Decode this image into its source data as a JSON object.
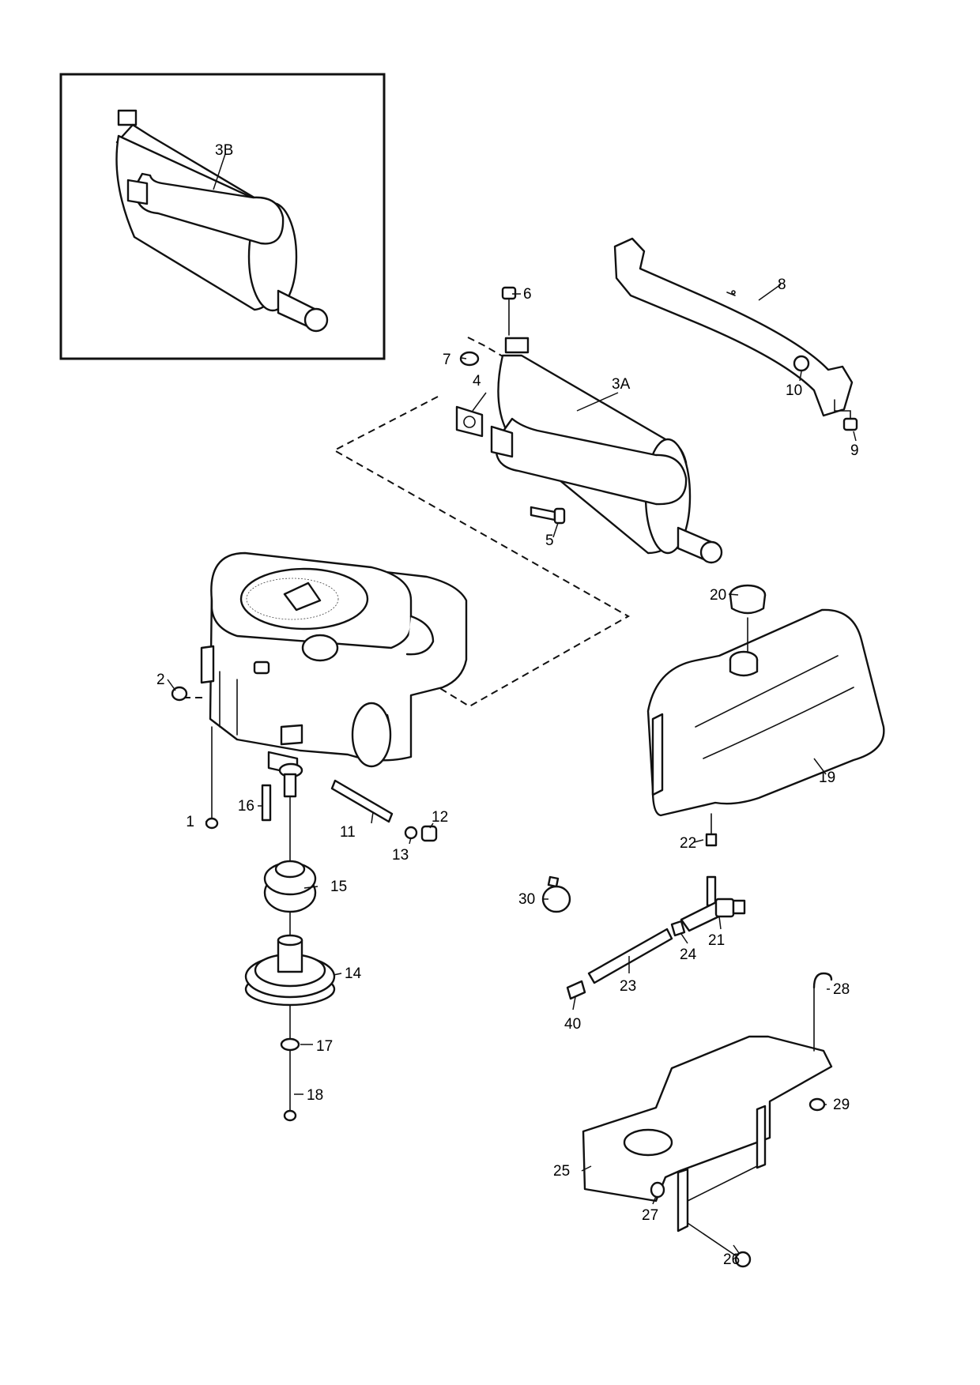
{
  "callouts": [
    {
      "id": "p1",
      "label": "1"
    },
    {
      "id": "p2",
      "label": "2"
    },
    {
      "id": "p3A",
      "label": "3A"
    },
    {
      "id": "p3B",
      "label": "3B"
    },
    {
      "id": "p4",
      "label": "4"
    },
    {
      "id": "p5",
      "label": "5"
    },
    {
      "id": "p6",
      "label": "6"
    },
    {
      "id": "p7",
      "label": "7"
    },
    {
      "id": "p8",
      "label": "8"
    },
    {
      "id": "p9",
      "label": "9"
    },
    {
      "id": "p10",
      "label": "10"
    },
    {
      "id": "p11",
      "label": "11"
    },
    {
      "id": "p12",
      "label": "12"
    },
    {
      "id": "p13",
      "label": "13"
    },
    {
      "id": "p14",
      "label": "14"
    },
    {
      "id": "p15",
      "label": "15"
    },
    {
      "id": "p16",
      "label": "16"
    },
    {
      "id": "p17",
      "label": "17"
    },
    {
      "id": "p18",
      "label": "18"
    },
    {
      "id": "p19",
      "label": "19"
    },
    {
      "id": "p20",
      "label": "20"
    },
    {
      "id": "p21",
      "label": "21"
    },
    {
      "id": "p22",
      "label": "22"
    },
    {
      "id": "p23",
      "label": "23"
    },
    {
      "id": "p24",
      "label": "24"
    },
    {
      "id": "p25",
      "label": "25"
    },
    {
      "id": "p26",
      "label": "26"
    },
    {
      "id": "p27",
      "label": "27"
    },
    {
      "id": "p28",
      "label": "28"
    },
    {
      "id": "p29",
      "label": "29"
    },
    {
      "id": "p30",
      "label": "30"
    },
    {
      "id": "p40",
      "label": "40"
    }
  ]
}
